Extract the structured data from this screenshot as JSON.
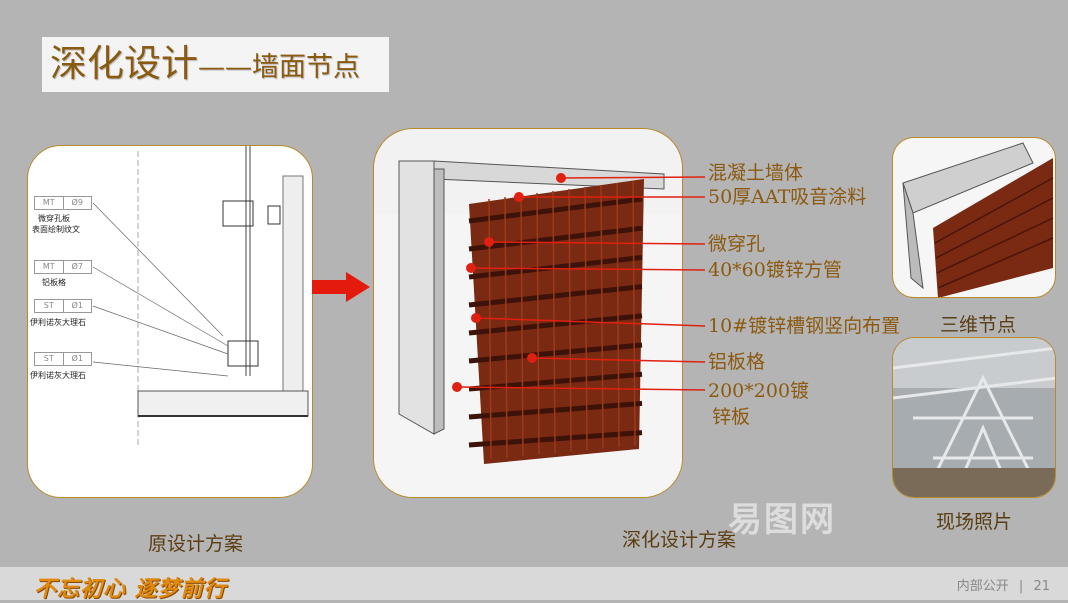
{
  "title": {
    "main": "深化设计",
    "sub": "——墙面节点"
  },
  "left_drawing": {
    "tags": [
      {
        "code": "MT",
        "num": "Ø9",
        "note": [
          "微穿孔板",
          "表面绘制纹文"
        ]
      },
      {
        "code": "MT",
        "num": "Ø7",
        "note": [
          "铝板格"
        ]
      },
      {
        "code": "ST",
        "num": "Ø1",
        "note": [
          "伊利诺灰大理石"
        ]
      },
      {
        "code": "ST",
        "num": "Ø1",
        "note": [
          "伊利诺灰大理石"
        ]
      }
    ],
    "caption": "原设计方案"
  },
  "middle": {
    "caption": "深化设计方案",
    "labels": [
      "混凝土墙体",
      "50厚AAT吸音涂料",
      "微穿孔",
      "40*60镀锌方管",
      "10#镀锌槽钢竖向布置",
      "铝板格",
      "200*200镀",
      "锌板"
    ]
  },
  "right": {
    "top_caption": "三维节点",
    "bottom_caption": "现场照片"
  },
  "watermark": "易图网",
  "footer": {
    "slogan": "不忘初心 逐梦前行",
    "classification": "内部公开",
    "page": "21"
  },
  "colors": {
    "accent": "#8a5a10",
    "border": "#b88a2c",
    "marker": "#e02010",
    "wood": "#7a2a12"
  }
}
